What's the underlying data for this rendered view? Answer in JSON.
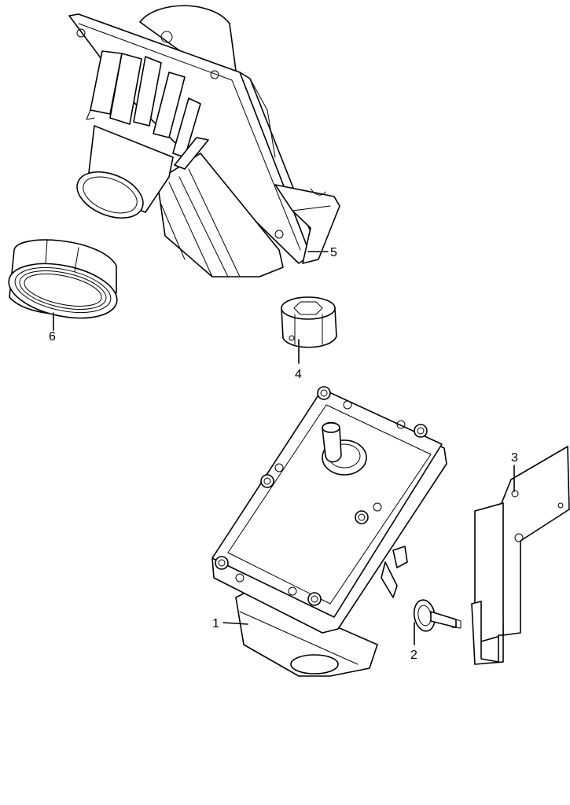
{
  "diagram": {
    "callouts": [
      {
        "id": 1,
        "label": "1"
      },
      {
        "id": 2,
        "label": "2"
      },
      {
        "id": 3,
        "label": "3"
      },
      {
        "id": 4,
        "label": "4"
      },
      {
        "id": 5,
        "label": "5"
      },
      {
        "id": 6,
        "label": "6"
      }
    ],
    "line_color": "#000000",
    "background_color": "#ffffff"
  }
}
